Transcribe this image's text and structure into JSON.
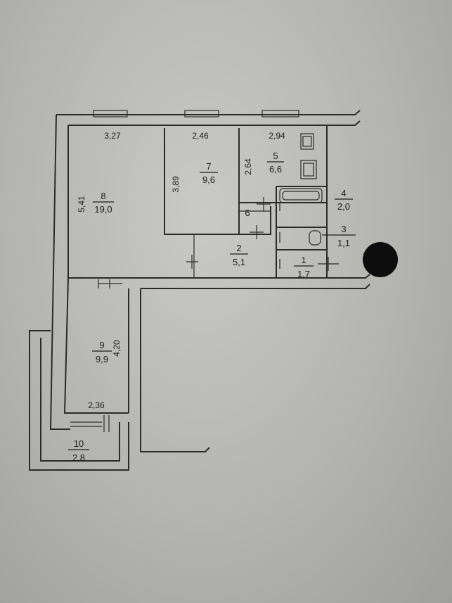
{
  "rooms": [
    {
      "id": "r8",
      "number": "8",
      "area": "19,0"
    },
    {
      "id": "r7",
      "number": "7",
      "area": "9,6"
    },
    {
      "id": "r5",
      "number": "5",
      "area": "6,6"
    },
    {
      "id": "r4",
      "number": "4",
      "area": "2,0"
    },
    {
      "id": "r3",
      "number": "3",
      "area": "1,1"
    },
    {
      "id": "r2",
      "number": "2",
      "area": "5,1"
    },
    {
      "id": "r1",
      "number": "1",
      "area": "1,7"
    },
    {
      "id": "r6",
      "number": "6"
    },
    {
      "id": "r9",
      "number": "9",
      "area": "9,9"
    },
    {
      "id": "r10",
      "number": "10",
      "area": "2,8"
    }
  ],
  "dimensions": {
    "r8_width": "3,27",
    "r8_height": "5,41",
    "r7_width": "2,46",
    "r7_height": "3,89",
    "r5_width": "2,94",
    "r5_height": "2,64",
    "r9_width": "2,36",
    "r9_height": "4,20"
  }
}
